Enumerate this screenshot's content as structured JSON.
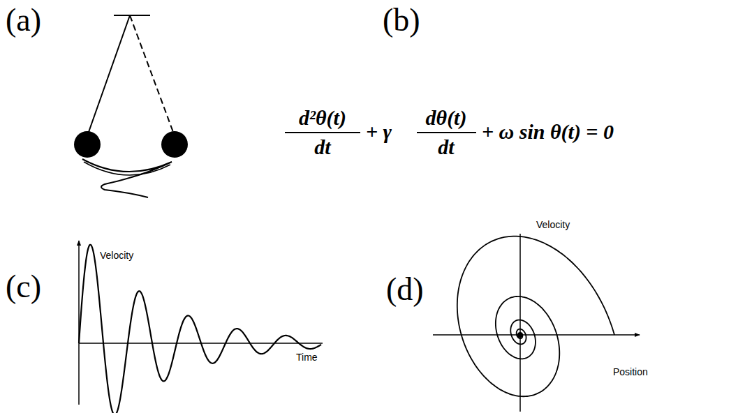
{
  "diagram": {
    "labels": [
      "(a)",
      "(b)",
      "d²θ(t)",
      "dt",
      "+ γ",
      "dθ(t)",
      "dt",
      "+ ω sin θ(t) = 0",
      "(c)",
      "Velocity",
      "Time",
      "(d)",
      "Velocity",
      "Position"
    ]
  }
}
